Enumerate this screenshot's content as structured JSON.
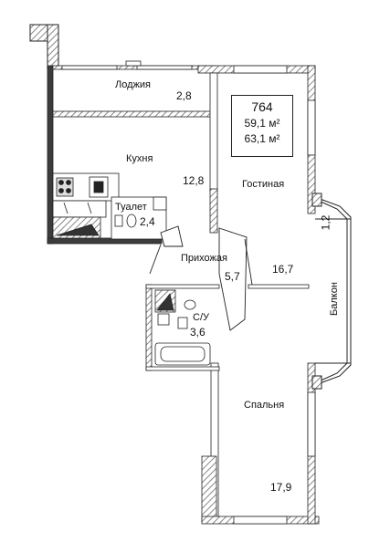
{
  "plan": {
    "apartment_number": "764",
    "area_living": "59,1 м²",
    "area_total": "63,1 м²",
    "rooms": [
      {
        "name": "Лоджия",
        "area": "2,8"
      },
      {
        "name": "Кухня",
        "area": "12,8"
      },
      {
        "name": "Туалет",
        "area": "2,4"
      },
      {
        "name": "Прихожая",
        "area": "5,7"
      },
      {
        "name": "С/У",
        "area": "3,6"
      },
      {
        "name": "Гостиная",
        "area": "16,7"
      },
      {
        "name": "Балкон",
        "area": "1,2"
      },
      {
        "name": "Спальня",
        "area": "17,9"
      }
    ]
  },
  "colors": {
    "wall": "#3a3a3a",
    "hatch": "#7a7a7a",
    "line": "#222222"
  }
}
